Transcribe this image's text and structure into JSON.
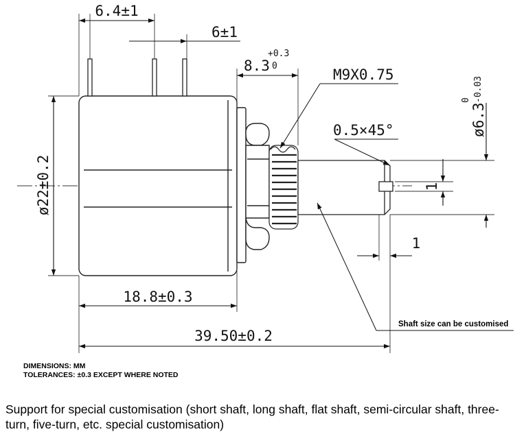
{
  "dimensions": {
    "pin_spacing": "6.4±1",
    "pin_spacing_2": "6±1",
    "bushing_length_main": "8.3",
    "bushing_tol_upper": "+0.3",
    "bushing_tol_lower": "0",
    "thread": "M9X0.75",
    "chamfer": "0.5×45°",
    "shaft_dia_main": "ø6.3",
    "shaft_dia_tol_upper": "0",
    "shaft_dia_tol_lower": "-0.03",
    "body_dia": "ø22±0.2",
    "slot_width": "1",
    "slot_depth": "1",
    "body_length": "18.8±0.3",
    "overall_length": "39.50±0.2"
  },
  "callout": "Shaft size can be customised",
  "notes": {
    "units": "DIMENSIONS: MM",
    "tolerances": "TOLERANCES: ±0.3 EXCEPT WHERE NOTED",
    "customisation": "Support for special customisation (short shaft, long shaft, flat shaft, semi-circular shaft, three-turn, five-turn, etc. special customisation)"
  }
}
